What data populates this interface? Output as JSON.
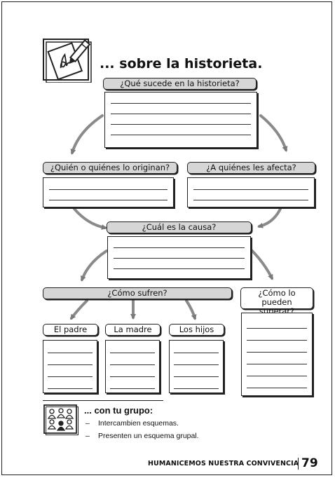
{
  "title": "... sobre la historieta.",
  "icons": {
    "title_icon": "writing-hand-icon",
    "group_icon": "group-people-icon"
  },
  "prompts": {
    "what_happens": "¿Qué sucede en la historieta?",
    "who_originates": "¿Quién o quiénes lo originan?",
    "who_affected": "¿A quiénes les afecta?",
    "cause": "¿Cuál es la causa?",
    "how_suffer": "¿Cómo sufren?",
    "how_overcome": "¿Cómo lo pueden superar?",
    "father": "El padre",
    "mother": "La madre",
    "children": "Los hijos"
  },
  "group_activity": {
    "heading": "... con tu grupo:",
    "bullet": "–",
    "items": [
      "Intercambien esquemas.",
      "Presenten un esquema grupal."
    ]
  },
  "footer": {
    "text": "HUMANICEMOS NUESTRA CONVIVENCIA",
    "page": "79"
  }
}
